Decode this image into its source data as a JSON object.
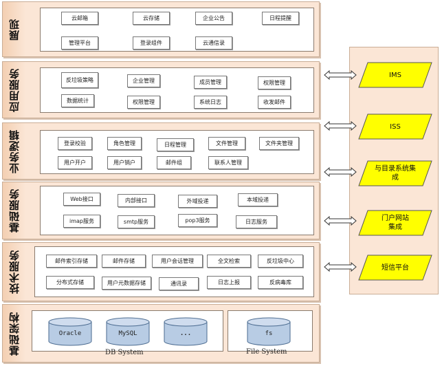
{
  "layers": {
    "presentation": {
      "label": "展现",
      "items": [
        "云邮箱",
        "云存储",
        "企业公告",
        "日程提醒",
        "管理平台",
        "登录组件",
        "云通信录"
      ]
    },
    "application": {
      "label": "应用服务",
      "items": [
        "反垃圾策略",
        "企业管理",
        "成员管理",
        "权限管理",
        "数据统计",
        "权限管理",
        "系统日志",
        "收发邮件"
      ]
    },
    "business": {
      "label": "业务逻辑",
      "items": [
        "登录校验",
        "角色管理",
        "日程管理",
        "文件管理",
        "文件夹管理",
        "用户开户",
        "用户销户",
        "邮件组",
        "联系人管理"
      ]
    },
    "basic": {
      "label": "基础服务",
      "items": [
        "Web接口",
        "内部接口",
        "外域投递",
        "本域投递",
        "imap服务",
        "smtp服务",
        "pop3服务",
        "日志服务"
      ]
    },
    "technical": {
      "label": "技术服务",
      "items": [
        "邮件索引存储",
        "邮件存储",
        "用户会话管理",
        "全文检索",
        "反垃圾中心",
        "分布式存储",
        "用户元数据存储",
        "通讯录",
        "日志上报",
        "反病毒库"
      ]
    },
    "infrastructure": {
      "label": "基础架构",
      "db_items": [
        "Oracle",
        "MySQL",
        "..."
      ],
      "db_caption": "DB System",
      "fs_items": [
        "fs"
      ],
      "fs_caption": "File System"
    }
  },
  "integrations": [
    "IMS",
    "ISS",
    "与目录系统集成",
    "门户网站集成",
    "短信平台"
  ],
  "colors": {
    "layer_bg": "#fbe6d6",
    "integration_fill": "#ffff00",
    "cylinder_fill": "#b8cce4"
  }
}
